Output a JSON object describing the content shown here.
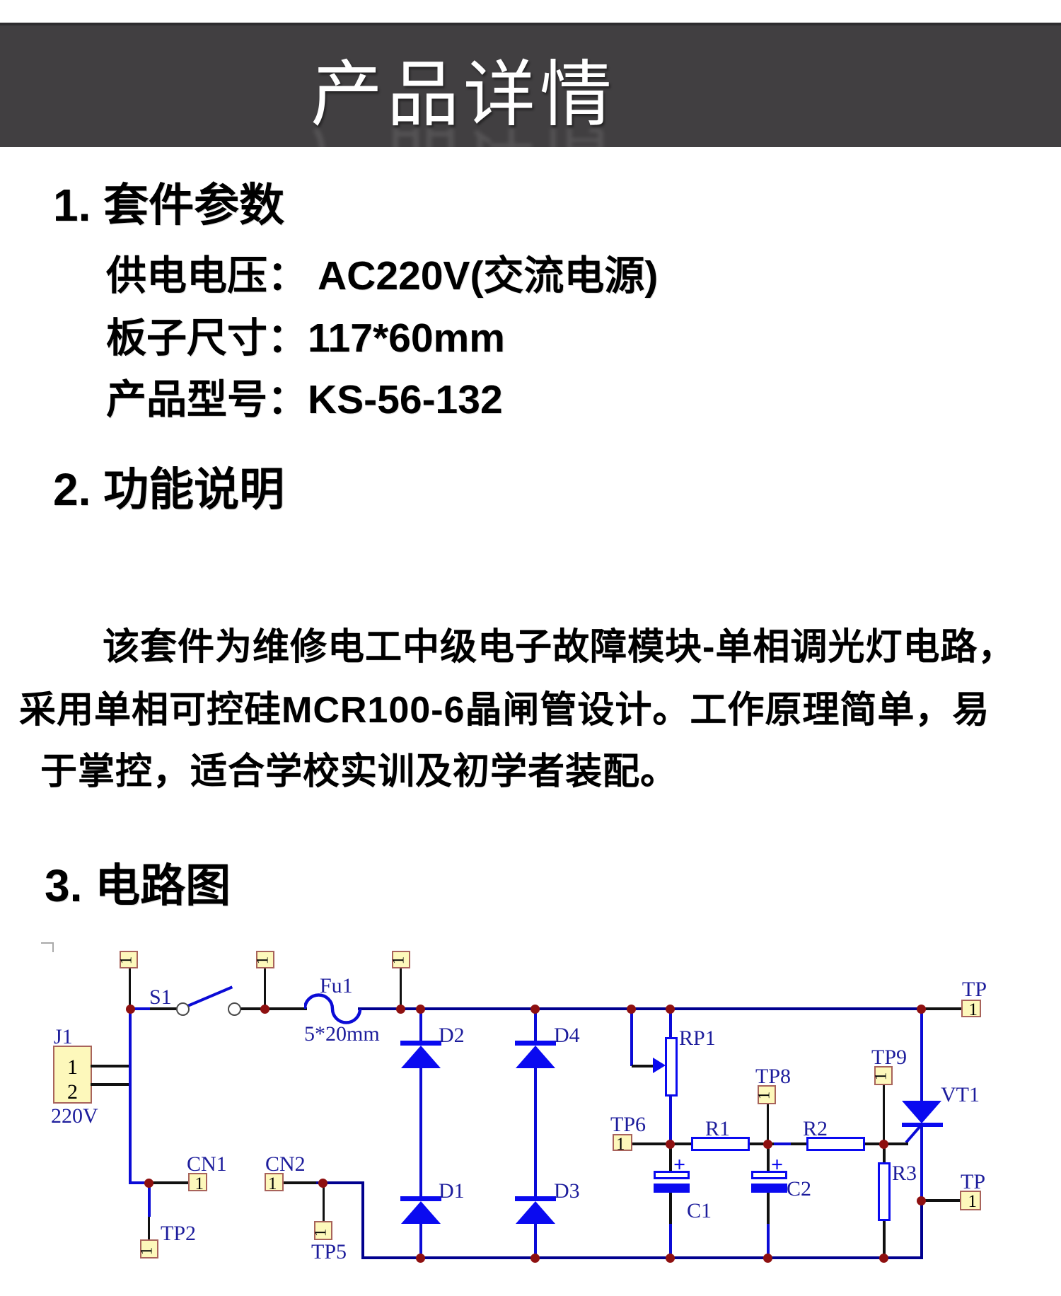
{
  "banner": {
    "title": "产品详情",
    "bg": "#413f41"
  },
  "sections": {
    "params": {
      "heading": "1. 套件参数",
      "rows": [
        {
          "label": "供电电压：",
          "value": "AC220V(交流电源)"
        },
        {
          "label": "板子尺寸：",
          "value": "117*60mm"
        },
        {
          "label": "产品型号：",
          "value": "KS-56-132"
        }
      ]
    },
    "features": {
      "heading": "2. 功能说明",
      "lines": [
        "该套件为维修电工中级电子故障模块-单相调光灯电路，",
        "采用单相可控硅MCR100-6晶闸管设计。工作原理简单，易",
        "于掌控，适合学校实训及初学者装配。"
      ]
    },
    "circuit": {
      "heading": "3. 电路图"
    }
  },
  "schematic": {
    "colors": {
      "wire_blue": "#0b0bd6",
      "bus_navy": "#00008f",
      "component_blue": "#0a0af0",
      "junction_dot": "#8e1010",
      "terminal_fill": "#fdf8bb",
      "terminal_border": "#a8635b",
      "label_text": "#1d1d9c"
    },
    "labels": {
      "j1": "J1",
      "v220": "220V",
      "pin1": "1",
      "pin2": "2",
      "s1": "S1",
      "fu1": "Fu1",
      "fuse_size": "5*20mm",
      "cn1": "CN1",
      "cn2": "CN2",
      "tp2": "TP2",
      "tp5": "TP5",
      "tp6": "TP6",
      "tp8": "TP8",
      "tp9": "TP9",
      "tp_top": "TP",
      "tp_bottom": "TP",
      "d1": "D1",
      "d2": "D2",
      "d3": "D3",
      "d4": "D4",
      "r1": "R1",
      "r2": "R2",
      "r3": "R3",
      "c1": "C1",
      "c2": "C2",
      "rp1": "RP1",
      "vt1": "VT1",
      "one": "1",
      "plus": "+"
    }
  }
}
